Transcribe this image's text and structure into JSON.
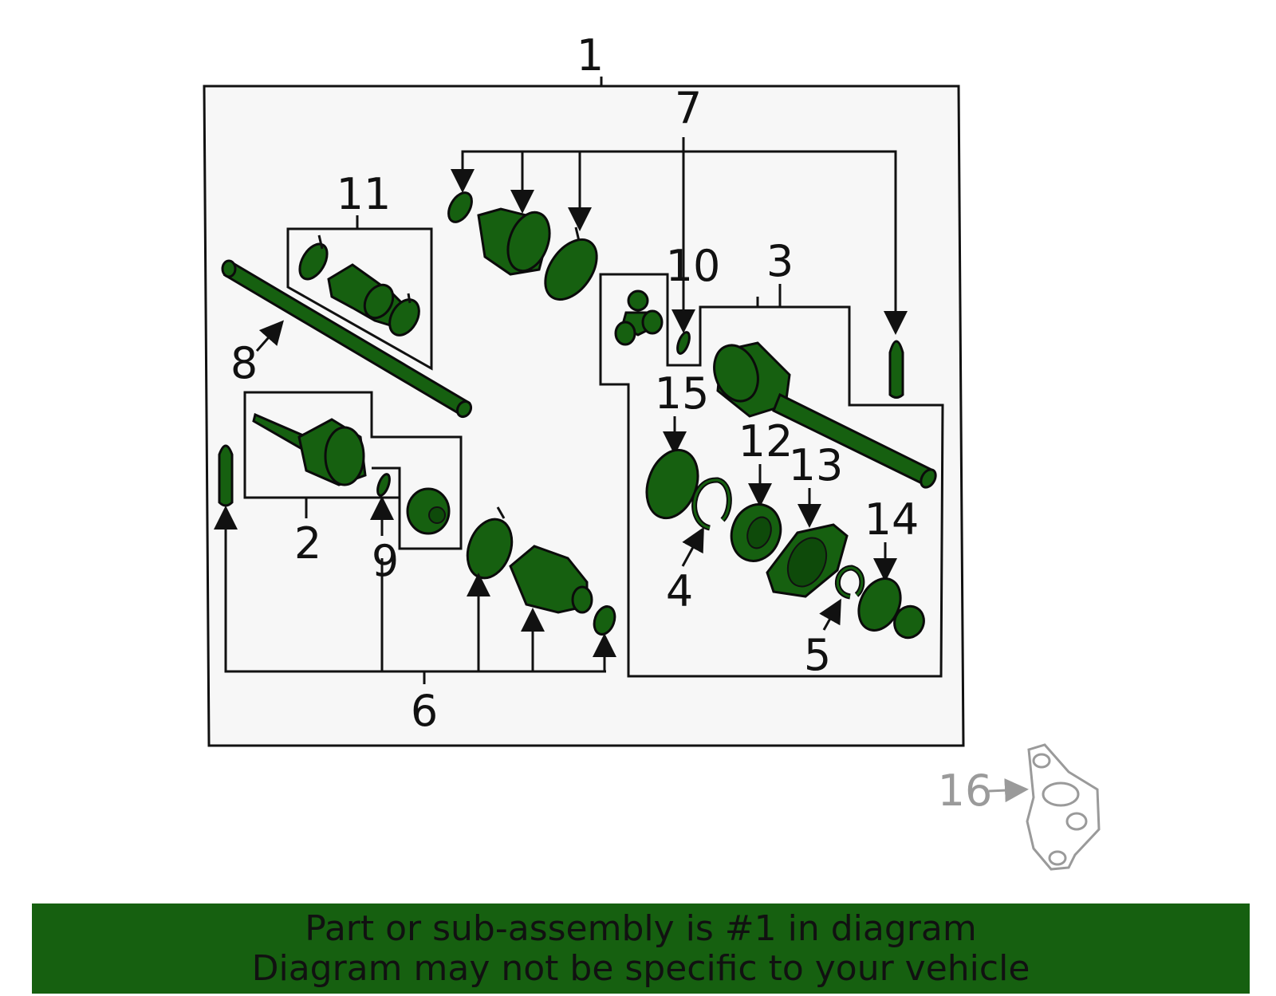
{
  "colors": {
    "part_fill": "#166010",
    "frame_fill": "#f7f7f7",
    "banner_bg": "#166010",
    "reference_part": "#9a9a9a"
  },
  "callouts": {
    "c1": "1",
    "c2": "2",
    "c3": "3",
    "c4": "4",
    "c5": "5",
    "c6": "6",
    "c7": "7",
    "c8": "8",
    "c9": "9",
    "c10": "10",
    "c11": "11",
    "c12": "12",
    "c13": "13",
    "c14": "14",
    "c15": "15",
    "c16": "16"
  },
  "banner": {
    "line1": "Part or sub-assembly is #1 in diagram",
    "line2": "Diagram may not be specific to your vehicle"
  }
}
